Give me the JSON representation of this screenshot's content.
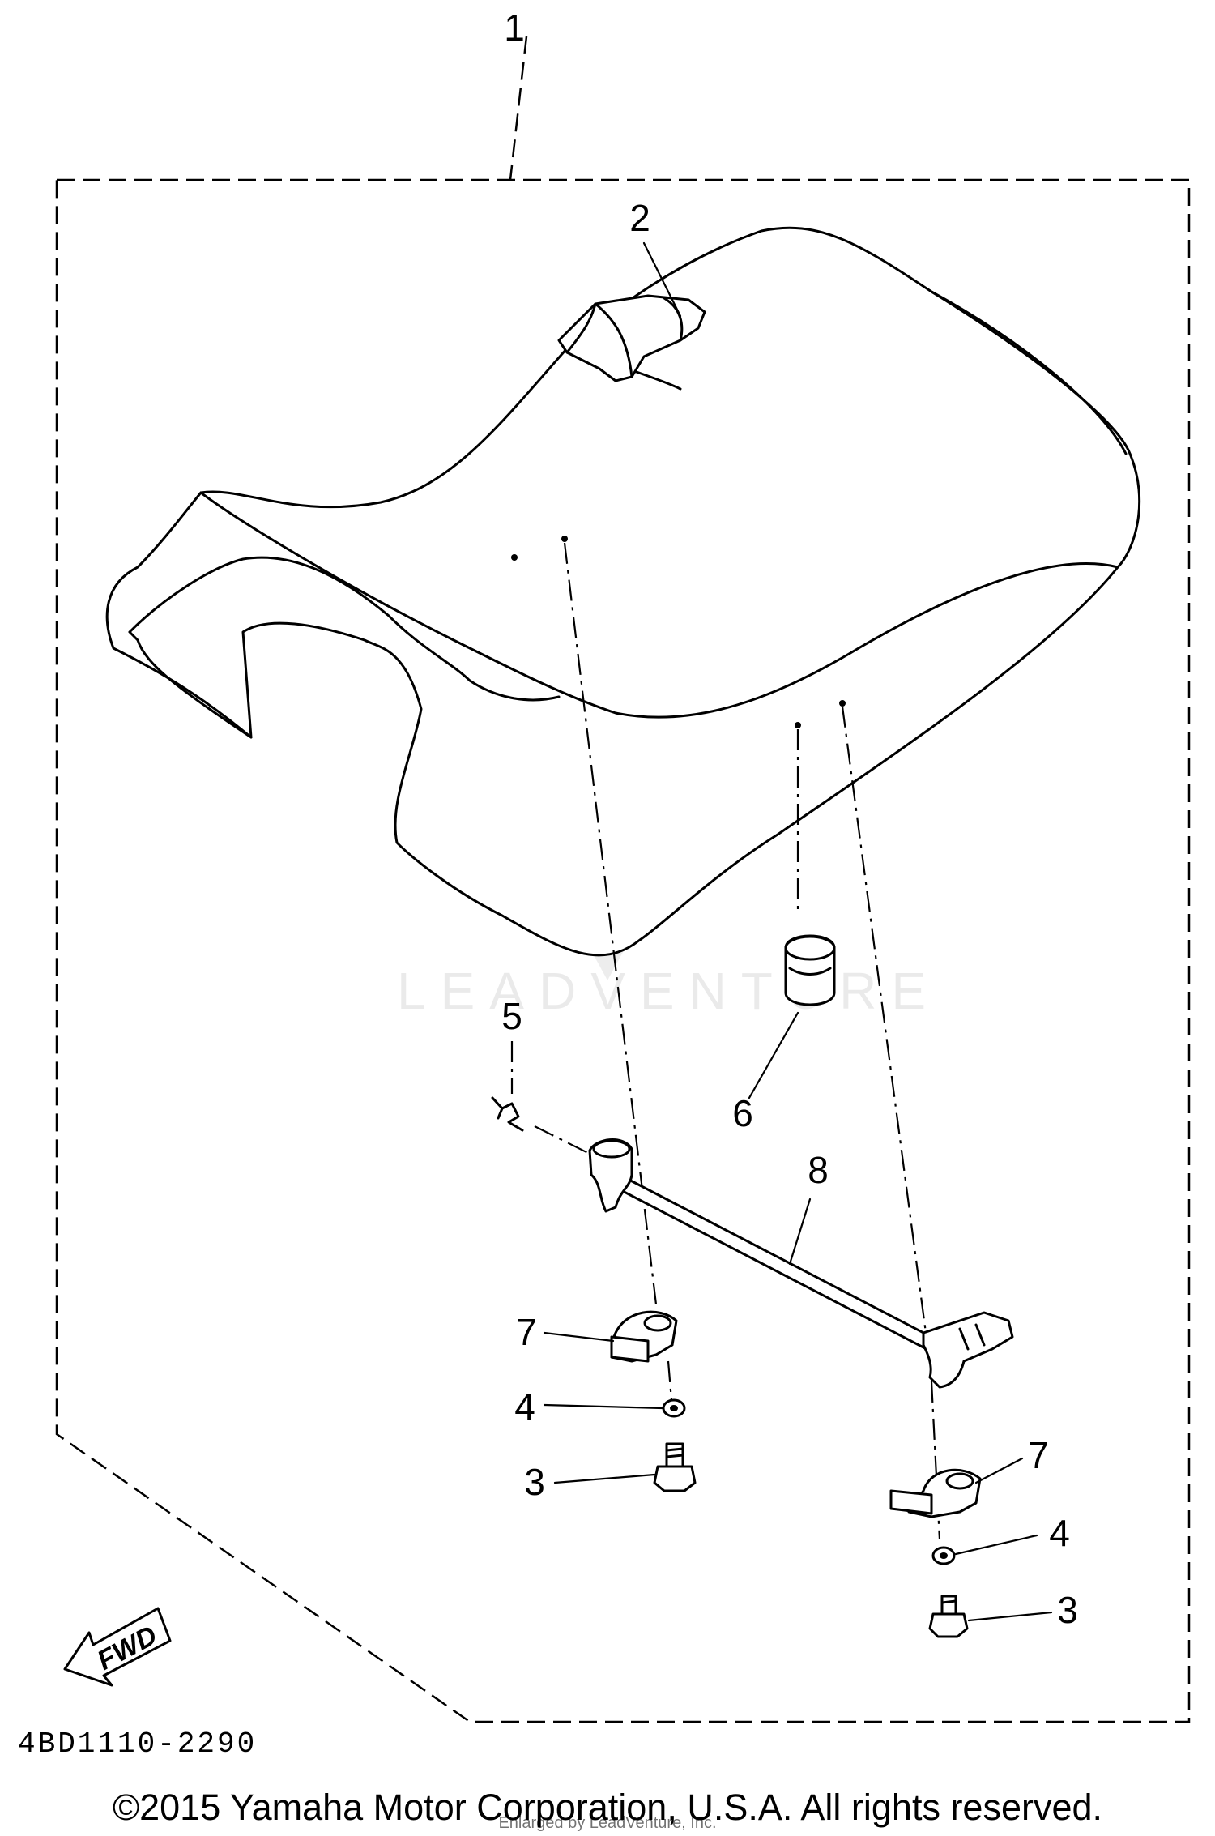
{
  "diagram": {
    "assembly_label": "1",
    "callouts": {
      "c2": "2",
      "c3a": "3",
      "c3b": "3",
      "c4a": "4",
      "c4b": "4",
      "c5": "5",
      "c6": "6",
      "c7a": "7",
      "c7b": "7",
      "c8": "8"
    },
    "fwd_label": "FWD",
    "diagram_code": "4BD1110-2290",
    "watermark": "LEADVENTURE",
    "copyright": "©2015 Yamaha Motor Corporation, U.S.A. All rights reserved.",
    "credit": "Enlarged by LeadVenture, Inc."
  }
}
